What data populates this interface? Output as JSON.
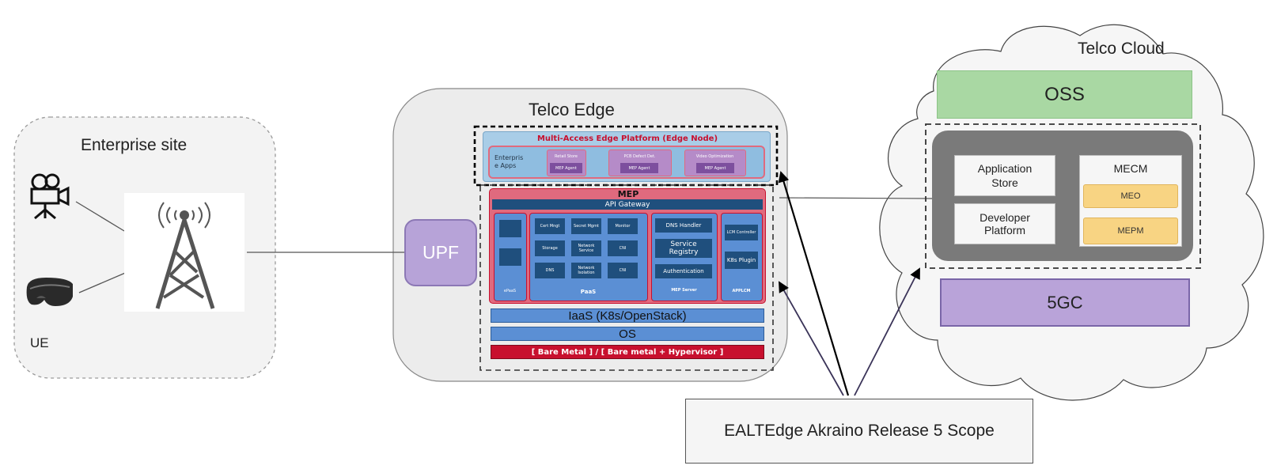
{
  "enterprise": {
    "title": "Enterprise site",
    "ue_label": "UE"
  },
  "telco_edge": {
    "title": "Telco Edge",
    "upf": "UPF",
    "edge_platform": {
      "title": "Multi-Access Edge Platform (Edge Node)",
      "enterprise_apps": "Enterpris e Apps",
      "apps": [
        {
          "name": "Retail Store",
          "agent": "MEP Agent"
        },
        {
          "name": "PCB Defect Det.",
          "agent": "MEP Agent"
        },
        {
          "name": "Video Optimization",
          "agent": "MEP Agent"
        }
      ]
    },
    "mep": {
      "title": "MEP",
      "gateway": "API Gateway",
      "epaas_label": "ePaaS",
      "paas": {
        "label": "PaaS",
        "cells": [
          "Cert Mngt",
          "Secret Mgmt",
          "Monitor",
          "Storage",
          "Network Service",
          "CNI",
          "DNS",
          "Network Isolation",
          "CNI"
        ]
      },
      "mep_server": {
        "label": "MEP Server",
        "items": [
          "DNS Handler",
          "Service Registry",
          "Authentication"
        ]
      },
      "applcm": {
        "label": "APPLCM",
        "items": [
          "LCM Controller",
          "K8s Plugin"
        ]
      },
      "iaas": "IaaS (K8s/OpenStack)",
      "os": "OS",
      "bare_metal": "[ Bare Metal ] / [ Bare metal + Hypervisor ]"
    }
  },
  "telco_cloud": {
    "title": "Telco Cloud",
    "oss": "OSS",
    "app_store": "Application Store",
    "dev_platform": "Developer Platform",
    "mecm": {
      "title": "MECM",
      "meo": "MEO",
      "mepm": "MEPM"
    },
    "fivegc": "5GC"
  },
  "scope_label": "EALTEdge Akraino Release 5 Scope",
  "colors": {
    "oss_green": "#a9d8a3",
    "upf_purple": "#b7a3d8",
    "fivegc_purple": "#b9a3d9",
    "mep_red": "#e06a7e",
    "mep_blue": "#1f4f7d",
    "mecm_gray": "#7a7a7a",
    "meo_yellow": "#f8d483",
    "bare_metal_red": "#c8102e",
    "iaas_blue": "#5b8fd4"
  }
}
